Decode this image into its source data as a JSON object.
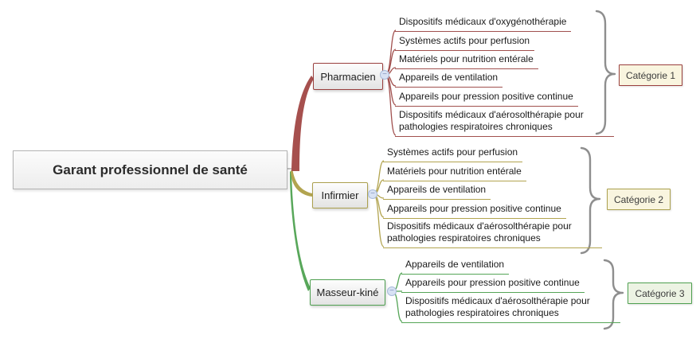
{
  "root": {
    "label": "Garant professionnel de santé"
  },
  "toggle_glyph": "−",
  "palette": {
    "branch1": "#a1504e",
    "branch2": "#b2a44f",
    "branch3": "#55a557",
    "brace": "#8e8e8e",
    "category1_bg": "#f9f5df",
    "category2_bg": "#f9f5df",
    "category3_bg": "#ecf3e3"
  },
  "branches": [
    {
      "label": "Pharmacien",
      "category": "Catégorie 1",
      "color": "#a1504e",
      "items": [
        "Dispositifs médicaux d'oxygénothérapie",
        "Systèmes actifs pour perfusion",
        "Matériels pour nutrition entérale",
        "Appareils de ventilation",
        "Appareils pour pression positive continue",
        "Dispositifs médicaux d'aérosolthérapie pour pathologies respiratoires chroniques"
      ]
    },
    {
      "label": "Infirmier",
      "category": "Catégorie 2",
      "color": "#b2a44f",
      "items": [
        "Systèmes actifs pour perfusion",
        "Matériels pour nutrition entérale",
        "Appareils de ventilation",
        "Appareils pour pression positive continue",
        "Dispositifs médicaux d'aérosolthérapie pour pathologies respiratoires chroniques"
      ]
    },
    {
      "label": "Masseur-kiné",
      "category": "Catégorie 3",
      "color": "#55a557",
      "items": [
        "Appareils de ventilation",
        "Appareils pour pression positive continue",
        "Dispositifs médicaux d'aérosolthérapie pour pathologies respiratoires chroniques"
      ]
    }
  ]
}
